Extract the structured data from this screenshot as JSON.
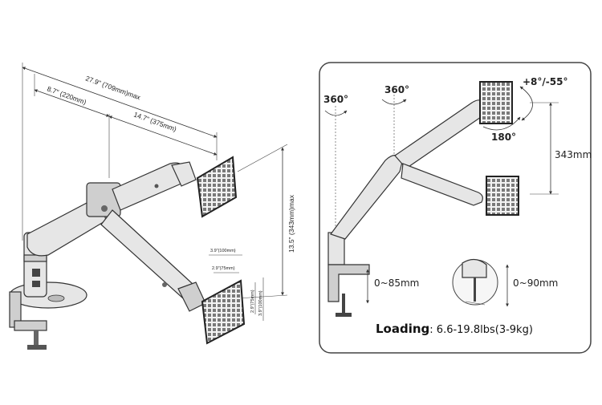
{
  "left_diagram": {
    "overall_reach": "27.9\" (709mm)max",
    "base_offset": "8.7\" (220mm)",
    "arm_reach": "14.7\" (375mm)",
    "height_range": "13.5\" (343mm)max",
    "vesa_large_h": "3.9\"(100mm)",
    "vesa_small_h": "2.9\"(75mm)",
    "vesa_small_v": "2.9\"(75mm)",
    "vesa_large_v": "3.9\"(100mm)"
  },
  "right_panel": {
    "base_swivel": "360°",
    "arm_swivel": "360°",
    "tilt": "+8°/-55°",
    "rotation": "180°",
    "height_travel": "343mm",
    "clamp_range": "0~85mm",
    "grommet_range": "0~90mm",
    "loading_label": "Loading",
    "loading_value": ": 6.6-19.8lbs(3-9kg)"
  },
  "colors": {
    "panel_border": "#444444",
    "line": "#333333",
    "part_fill": "#e6e6e6"
  }
}
